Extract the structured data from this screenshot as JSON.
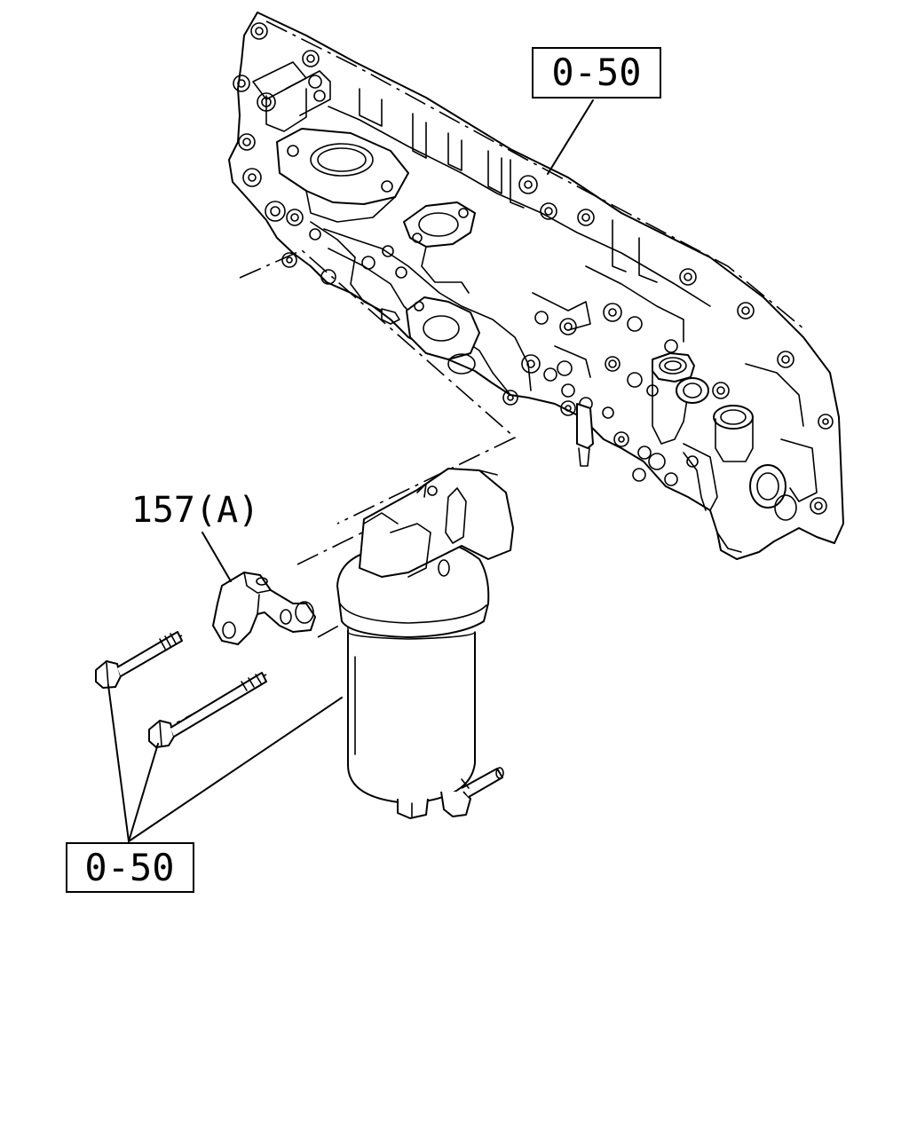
{
  "labels": {
    "ref_top": "0-50",
    "ref_bottom": "0-50",
    "part_callout": "157(A)"
  }
}
